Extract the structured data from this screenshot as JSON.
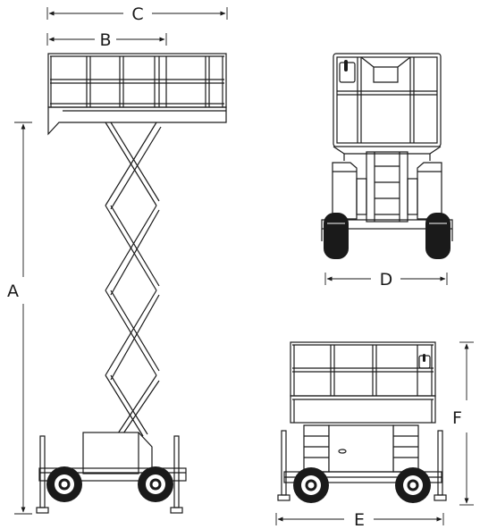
{
  "dimensions": {
    "A": "A",
    "B": "B",
    "C": "C",
    "D": "D",
    "E": "E",
    "F": "F"
  },
  "colors": {
    "line": "#1a1a1a",
    "background": "#ffffff"
  }
}
